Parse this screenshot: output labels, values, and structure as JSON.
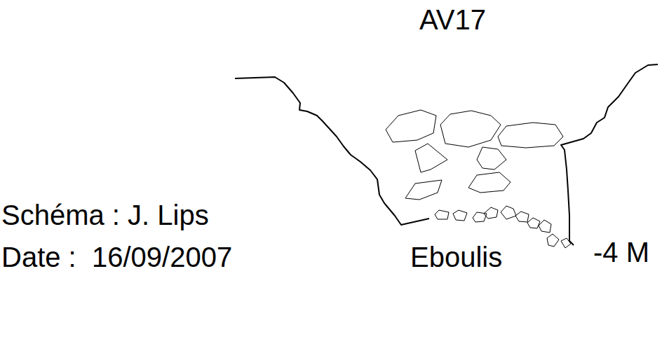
{
  "diagram": {
    "title": "AV17",
    "labels": [
      "Schéma : J. Lips",
      "Date :  16/09/2007",
      "Eboulis",
      "-4 M"
    ]
  }
}
